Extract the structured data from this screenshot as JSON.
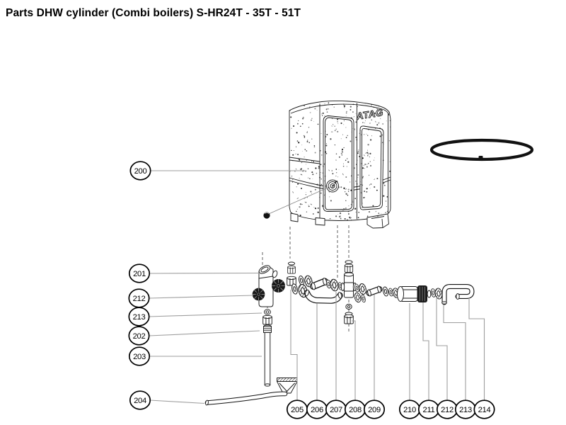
{
  "title": "Parts DHW cylinder (Combi boilers) S-HR24T - 35T - 51T",
  "brand_logo": "ATAG",
  "colors": {
    "ink": "#1a1a1a",
    "leader": "#9e9e9e",
    "dash": "#3a3a3a",
    "background": "#ffffff"
  },
  "callouts": {
    "left": [
      "200",
      "201",
      "212",
      "213",
      "202",
      "203",
      "204"
    ],
    "bottom": [
      "205",
      "206",
      "207",
      "208",
      "209",
      "210",
      "211",
      "212",
      "213",
      "214"
    ]
  }
}
